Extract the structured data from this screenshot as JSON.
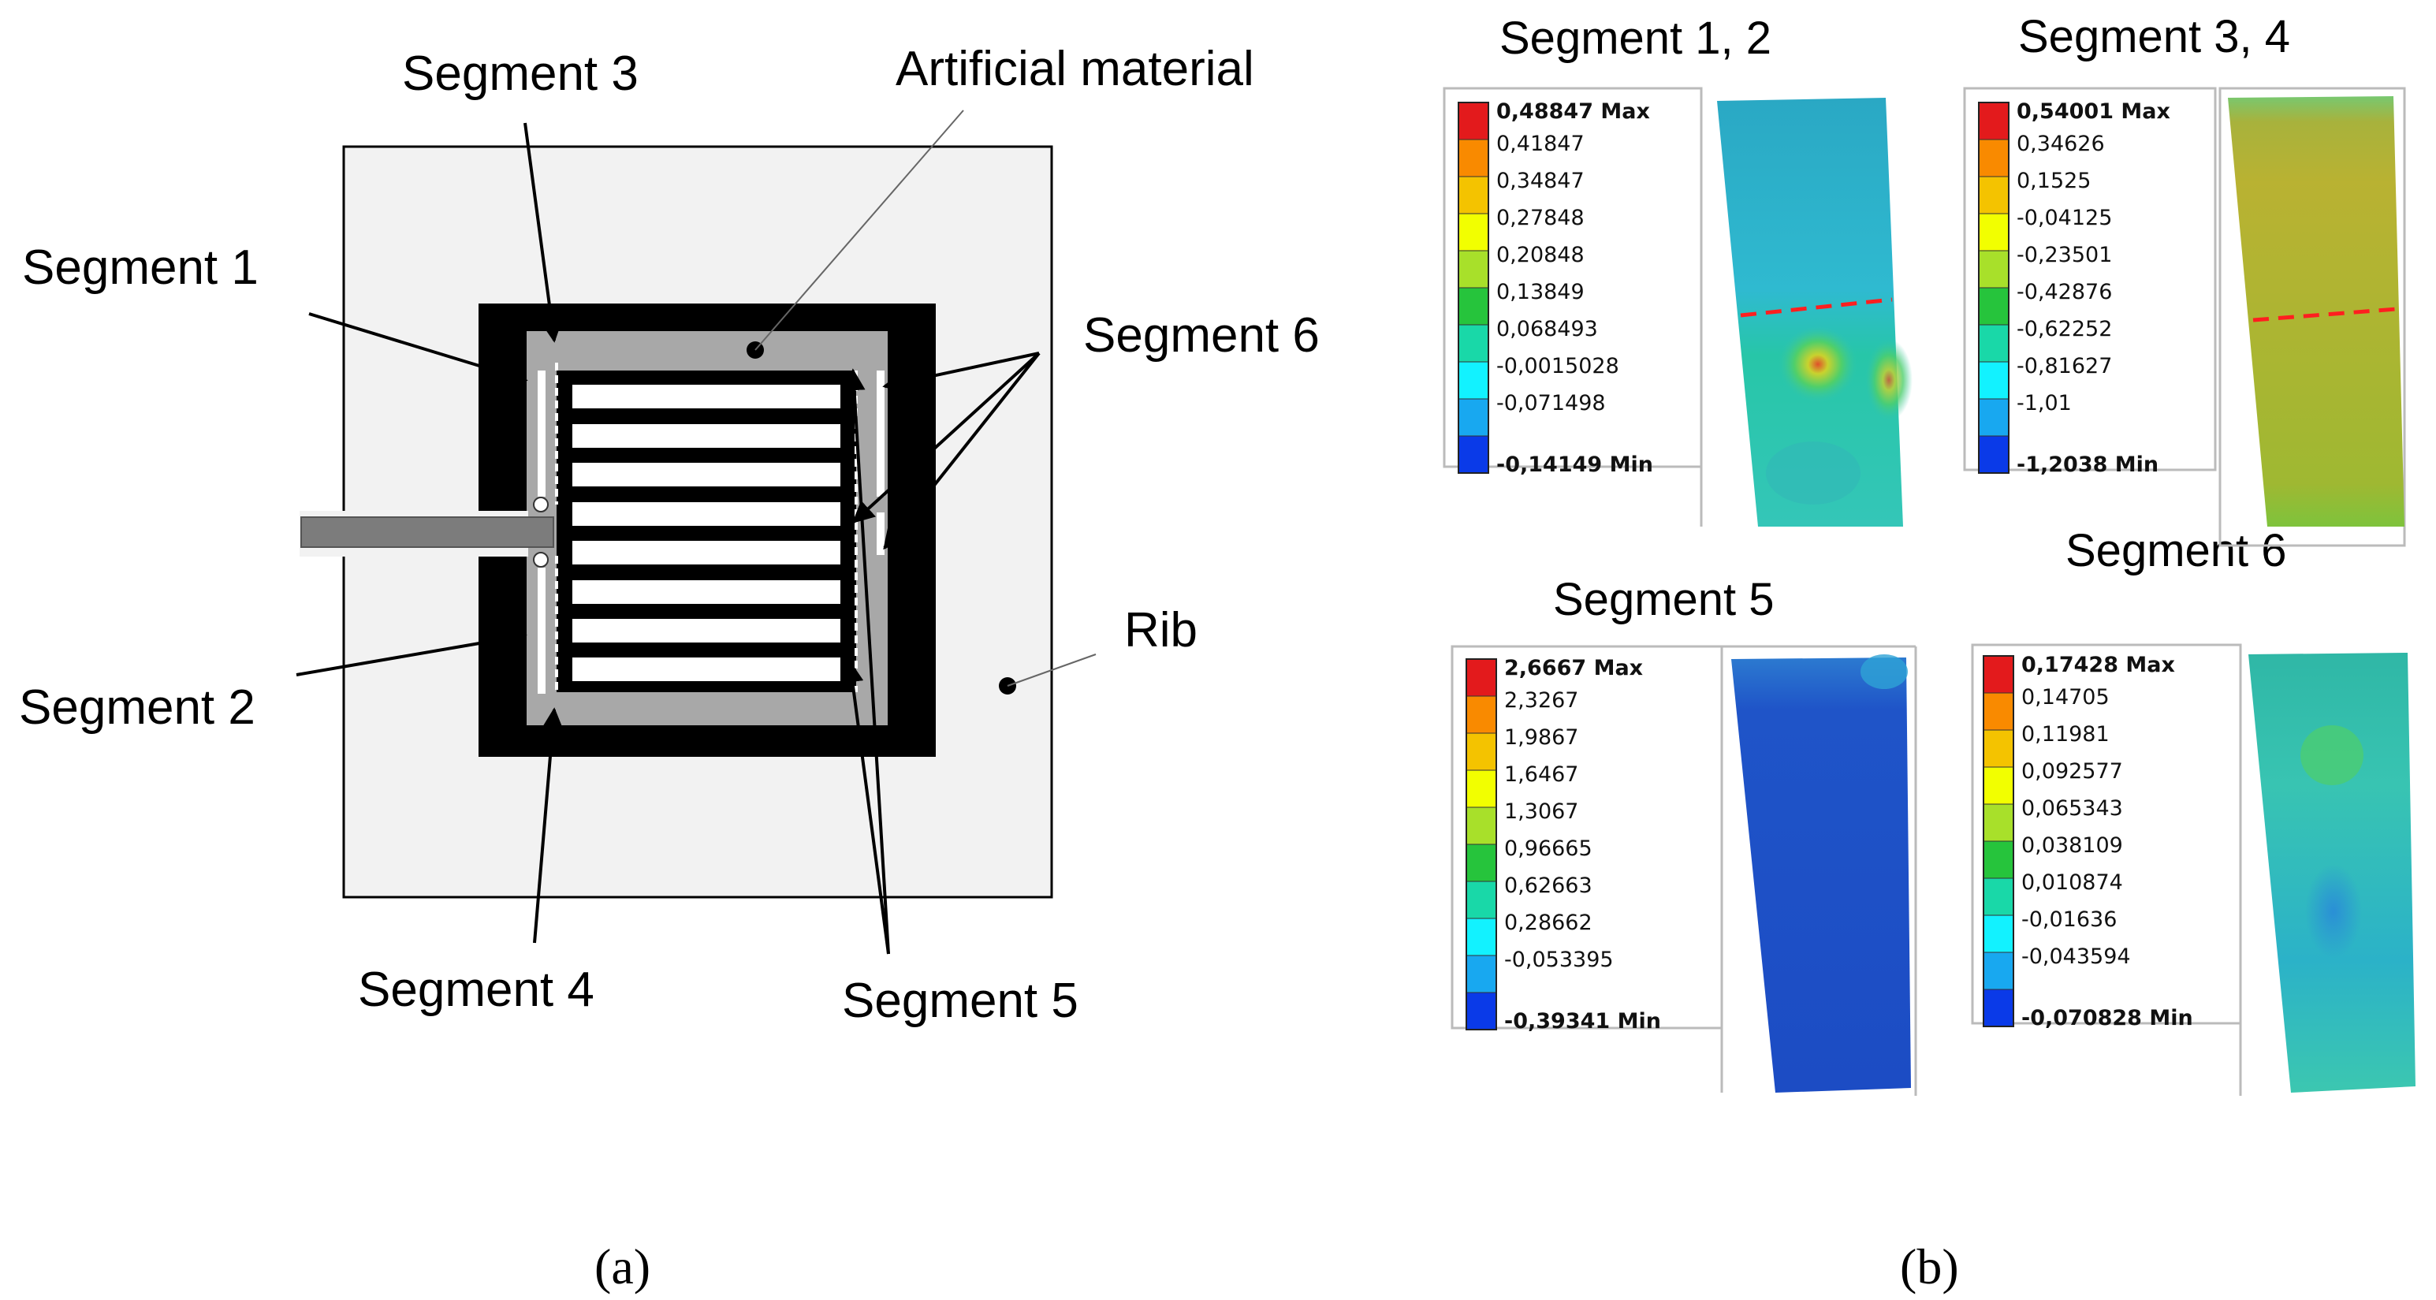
{
  "panel_a": {
    "caption": "(a)",
    "labels": {
      "segment1": "Segment 1",
      "segment2": "Segment 2",
      "segment3": "Segment 3",
      "segment4": "Segment 4",
      "segment5": "Segment 5",
      "segment6": "Segment 6",
      "artificial_material": "Artificial material",
      "rib": "Rib"
    }
  },
  "panel_b": {
    "caption": "(b)",
    "plots": [
      {
        "title": "Segment 1, 2",
        "legend": [
          "0,48847 Max",
          "0,41847",
          "0,34847",
          "0,27848",
          "0,20848",
          "0,13849",
          "0,068493",
          "-0,0015028",
          "-0,071498",
          "-0,14149 Min"
        ]
      },
      {
        "title": "Segment 3, 4",
        "legend": [
          "0,54001 Max",
          "0,34626",
          "0,1525",
          "-0,04125",
          "-0,23501",
          "-0,42876",
          "-0,62252",
          "-0,81627",
          "-1,01",
          "-1,2038 Min"
        ]
      },
      {
        "title": "Segment 5",
        "legend": [
          "2,6667 Max",
          "2,3267",
          "1,9867",
          "1,6467",
          "1,3067",
          "0,96665",
          "0,62663",
          "0,28662",
          "-0,053395",
          "-0,39341 Min"
        ]
      },
      {
        "title": "Segment 6",
        "legend": [
          "0,17428 Max",
          "0,14705",
          "0,11981",
          "0,092577",
          "0,065343",
          "0,038109",
          "0,010874",
          "-0,01636",
          "-0,043594",
          "-0,070828 Min"
        ]
      }
    ],
    "colorbar": [
      "#e31a1c",
      "#f98a00",
      "#f4c300",
      "#f2ff00",
      "#a8e02a",
      "#26c43c",
      "#19d8a8",
      "#12f2ff",
      "#18a8f0",
      "#0a3ae8"
    ]
  }
}
